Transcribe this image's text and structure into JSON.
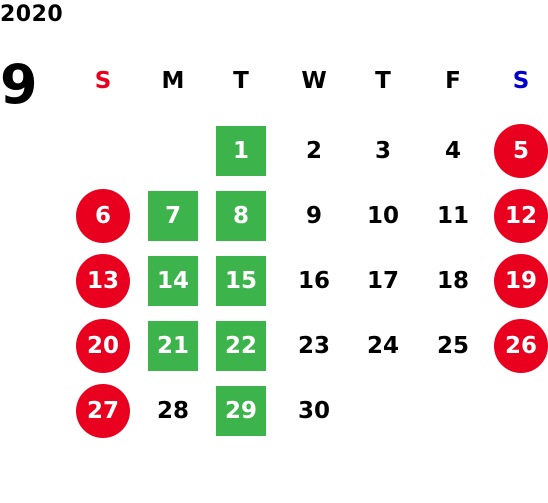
{
  "year": "2020",
  "month": "9",
  "weekday_headers": [
    {
      "label": "S",
      "color": "#e8001e"
    },
    {
      "label": "M",
      "color": "#000000"
    },
    {
      "label": "T",
      "color": "#000000"
    },
    {
      "label": "W",
      "color": "#000000"
    },
    {
      "label": "T",
      "color": "#000000"
    },
    {
      "label": "F",
      "color": "#000000"
    },
    {
      "label": "S",
      "color": "#0000cc"
    }
  ],
  "colors": {
    "holiday": "#e8001e",
    "highlight": "#3cb44b",
    "text": "#000000"
  },
  "days": [
    {
      "day": "1",
      "weekday": 2,
      "style": "highlight"
    },
    {
      "day": "2",
      "weekday": 3,
      "style": "normal"
    },
    {
      "day": "3",
      "weekday": 4,
      "style": "normal"
    },
    {
      "day": "4",
      "weekday": 5,
      "style": "normal"
    },
    {
      "day": "5",
      "weekday": 6,
      "style": "holiday"
    },
    {
      "day": "6",
      "weekday": 0,
      "style": "holiday"
    },
    {
      "day": "7",
      "weekday": 1,
      "style": "highlight"
    },
    {
      "day": "8",
      "weekday": 2,
      "style": "highlight"
    },
    {
      "day": "9",
      "weekday": 3,
      "style": "normal"
    },
    {
      "day": "10",
      "weekday": 4,
      "style": "normal"
    },
    {
      "day": "11",
      "weekday": 5,
      "style": "normal"
    },
    {
      "day": "12",
      "weekday": 6,
      "style": "holiday"
    },
    {
      "day": "13",
      "weekday": 0,
      "style": "holiday"
    },
    {
      "day": "14",
      "weekday": 1,
      "style": "highlight"
    },
    {
      "day": "15",
      "weekday": 2,
      "style": "highlight"
    },
    {
      "day": "16",
      "weekday": 3,
      "style": "normal"
    },
    {
      "day": "17",
      "weekday": 4,
      "style": "normal"
    },
    {
      "day": "18",
      "weekday": 5,
      "style": "normal"
    },
    {
      "day": "19",
      "weekday": 6,
      "style": "holiday"
    },
    {
      "day": "20",
      "weekday": 0,
      "style": "holiday"
    },
    {
      "day": "21",
      "weekday": 1,
      "style": "highlight"
    },
    {
      "day": "22",
      "weekday": 2,
      "style": "highlight"
    },
    {
      "day": "23",
      "weekday": 3,
      "style": "normal"
    },
    {
      "day": "24",
      "weekday": 4,
      "style": "normal"
    },
    {
      "day": "25",
      "weekday": 5,
      "style": "normal"
    },
    {
      "day": "26",
      "weekday": 6,
      "style": "holiday"
    },
    {
      "day": "27",
      "weekday": 0,
      "style": "holiday"
    },
    {
      "day": "28",
      "weekday": 1,
      "style": "normal"
    },
    {
      "day": "29",
      "weekday": 2,
      "style": "highlight"
    },
    {
      "day": "30",
      "weekday": 3,
      "style": "normal"
    }
  ]
}
